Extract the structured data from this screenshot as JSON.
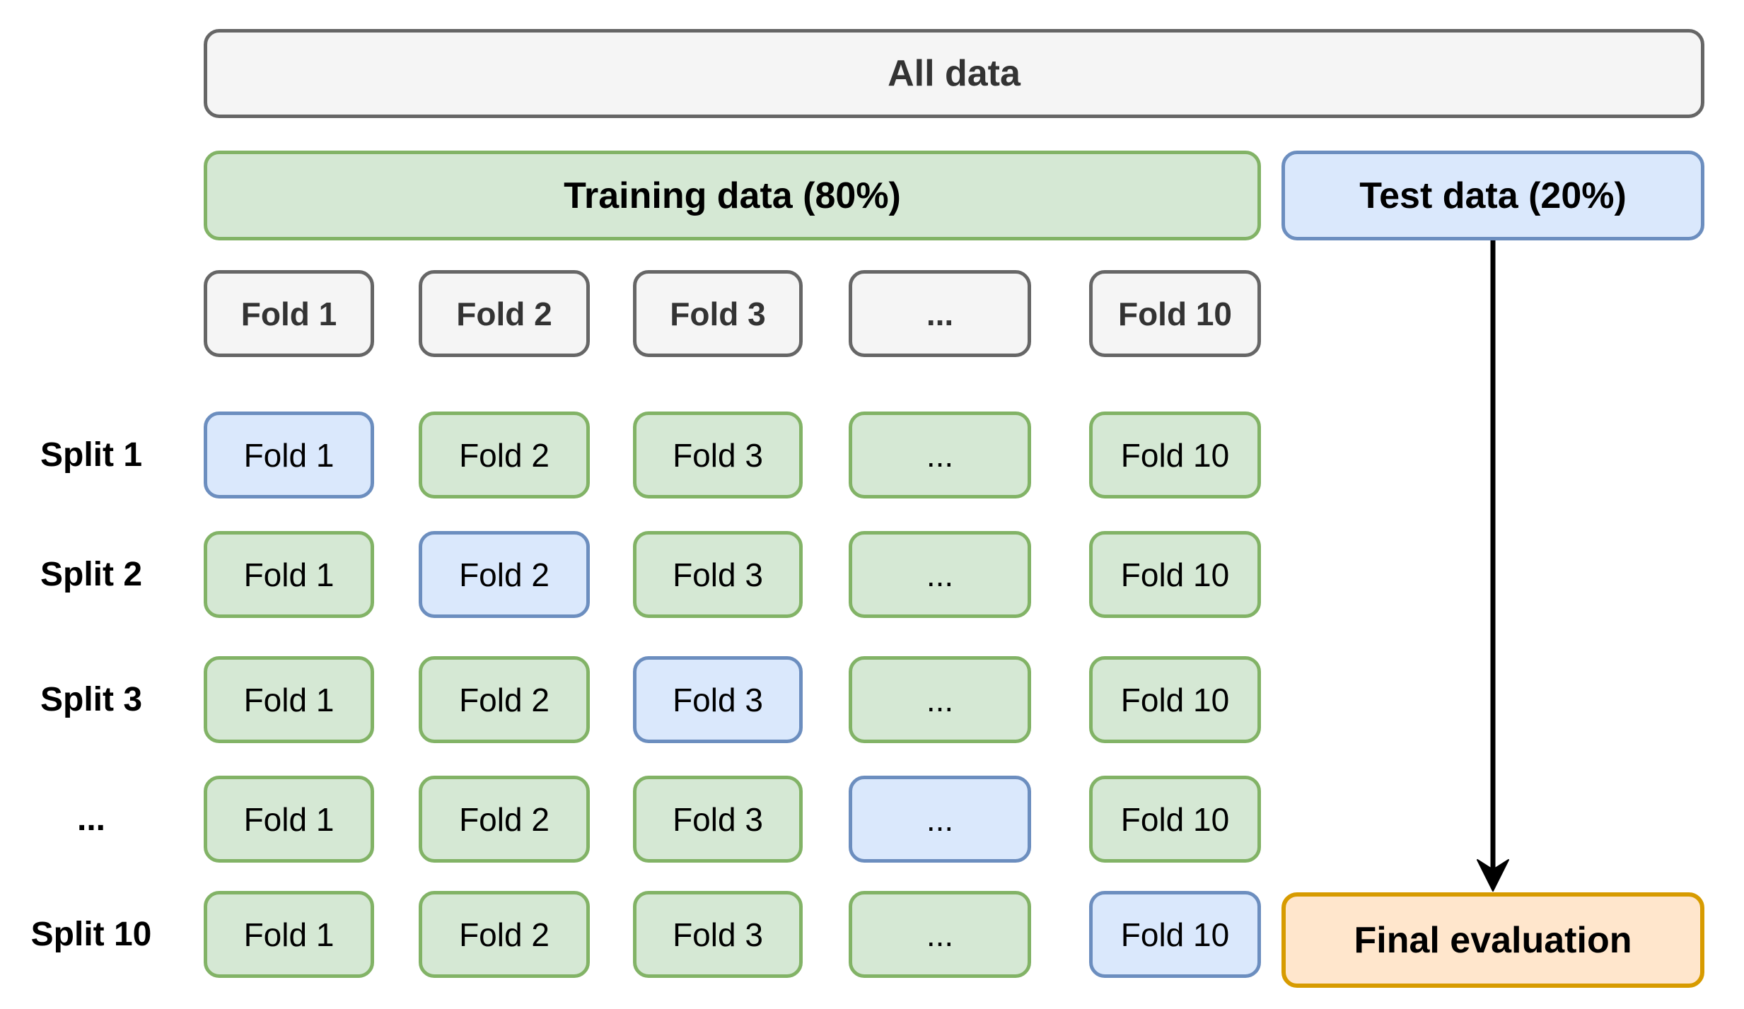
{
  "diagram": {
    "all_data": "All data",
    "training_data": "Training data (80%)",
    "test_data": "Test data (20%)",
    "final_evaluation": "Final evaluation",
    "fold_headers": [
      "Fold 1",
      "Fold 2",
      "Fold 3",
      "...",
      "Fold 10"
    ],
    "splits": [
      {
        "label": "Split 1",
        "cells": [
          "Fold 1",
          "Fold 2",
          "Fold 3",
          "...",
          "Fold 10"
        ],
        "test_fold_index": 0
      },
      {
        "label": "Split 2",
        "cells": [
          "Fold 1",
          "Fold 2",
          "Fold 3",
          "...",
          "Fold 10"
        ],
        "test_fold_index": 1
      },
      {
        "label": "Split 3",
        "cells": [
          "Fold 1",
          "Fold 2",
          "Fold 3",
          "...",
          "Fold 10"
        ],
        "test_fold_index": 2
      },
      {
        "label": "...",
        "cells": [
          "Fold 1",
          "Fold 2",
          "Fold 3",
          "...",
          "Fold 10"
        ],
        "test_fold_index": 3
      },
      {
        "label": "Split 10",
        "cells": [
          "Fold 1",
          "Fold 2",
          "Fold 3",
          "...",
          "Fold 10"
        ],
        "test_fold_index": 4
      }
    ],
    "colors": {
      "gray_fill": "#f5f5f5",
      "gray_border": "#666666",
      "green_fill": "#d5e8d4",
      "green_border": "#82b366",
      "blue_fill": "#dae8fc",
      "blue_border": "#6c8ebf",
      "orange_fill": "#ffe6cc",
      "orange_border": "#d79b00",
      "arrow": "#000000"
    }
  }
}
